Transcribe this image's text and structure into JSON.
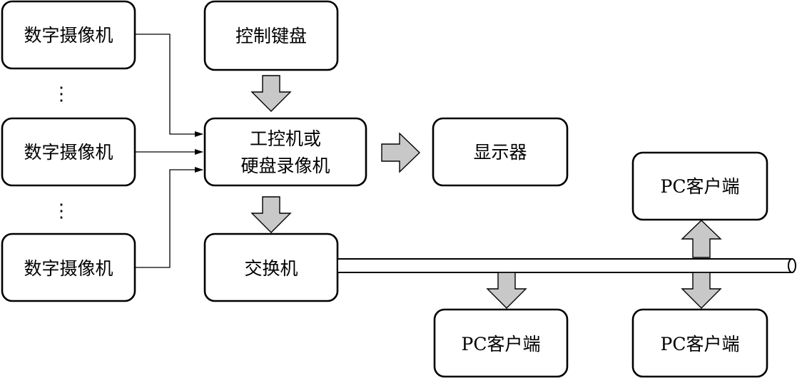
{
  "cameras": [
    {
      "label": "数字摄像机"
    },
    {
      "label": "数字摄像机"
    },
    {
      "label": "数字摄像机"
    }
  ],
  "ellipsis": "⋮",
  "keyboard": {
    "label": "控制键盘"
  },
  "recorder": {
    "line1": "工控机或",
    "line2": "硬盘录像机"
  },
  "display": {
    "label": "显示器"
  },
  "switch": {
    "label": "交换机"
  },
  "clients": [
    {
      "label": "PC客户端"
    },
    {
      "label": "PC客户端"
    },
    {
      "label": "PC客户端"
    }
  ],
  "colors": {
    "arrow_fill": "#c8c8c8",
    "stroke": "#000000",
    "background": "#ffffff"
  }
}
